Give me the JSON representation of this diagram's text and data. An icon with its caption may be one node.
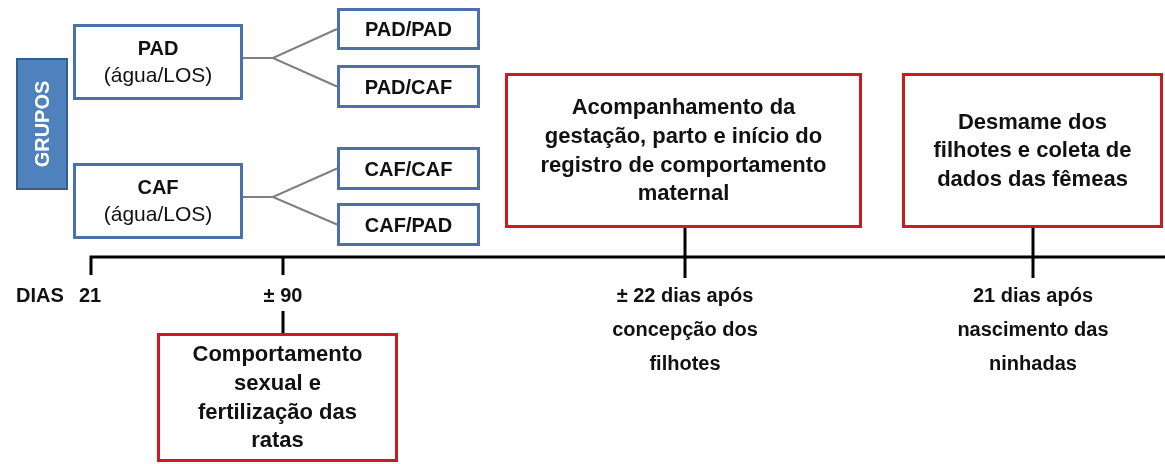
{
  "diagram": {
    "nodes": [
      {
        "text": [
          "GRUPOS"
        ]
      },
      {
        "text": [
          "PAD",
          "(água/LOS)"
        ]
      },
      {
        "text": [
          "PAD/PAD"
        ]
      },
      {
        "text": [
          "PAD/CAF"
        ]
      },
      {
        "text": [
          "CAF",
          "(água/LOS)"
        ]
      },
      {
        "text": [
          "CAF/CAF"
        ]
      },
      {
        "text": [
          "CAF/PAD"
        ]
      },
      {
        "text": [
          "Acompanhamento da gestação, parto e início do registro de comportamento maternal"
        ]
      },
      {
        "text": [
          "Desmame dos filhotes e coleta de dados das fêmeas"
        ]
      },
      {
        "text": [
          "Comportamento sexual e fertilização das ratas"
        ]
      },
      {
        "text": [
          "± 90"
        ]
      }
    ],
    "edges": [
      {
        "from": 1,
        "to": 2,
        "arrow": "none"
      },
      {
        "from": 1,
        "to": 3,
        "arrow": "none"
      },
      {
        "from": 4,
        "to": 5,
        "arrow": "none"
      },
      {
        "from": 4,
        "to": 6,
        "arrow": "none"
      },
      {
        "from": 10,
        "to": 9,
        "arrow": "none",
        "color": "#000000"
      }
    ],
    "labels": [
      "DIAS",
      "21",
      "± 22 dias após concepção dos filhotes",
      "21 dias após nascimento das ninhadas"
    ]
  }
}
